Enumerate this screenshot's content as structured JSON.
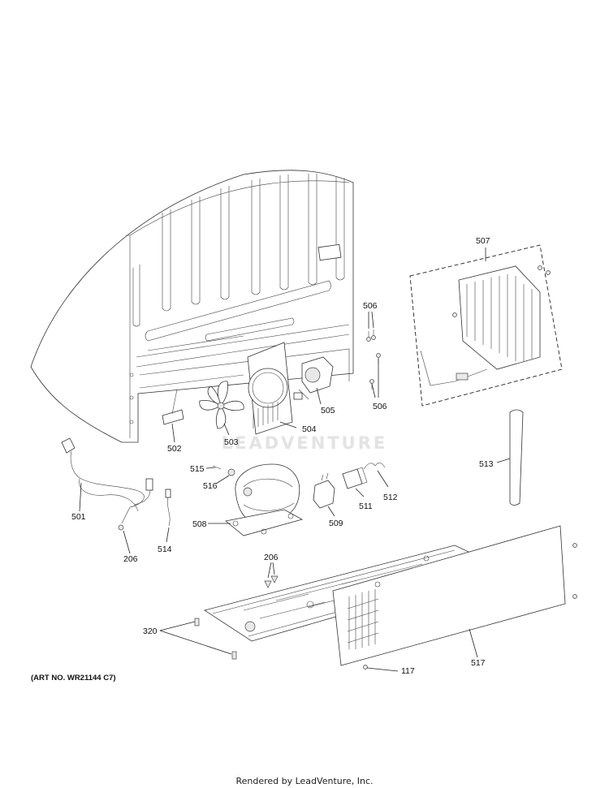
{
  "art_number": "(ART NO. WR21144 C7)",
  "footer": "Rendered by LeadVenture, Inc.",
  "watermark": "LEADVENTURE",
  "parts": {
    "p501": "501",
    "p502": "502",
    "p503": "503",
    "p504": "504",
    "p505": "505",
    "p506a": "506",
    "p506b": "506",
    "p507": "507",
    "p508": "508",
    "p509": "509",
    "p511": "511",
    "p512": "512",
    "p513": "513",
    "p514": "514",
    "p515": "515",
    "p516": "516",
    "p517": "517",
    "p206a": "206",
    "p206b": "206",
    "p320": "320",
    "p117": "117"
  }
}
